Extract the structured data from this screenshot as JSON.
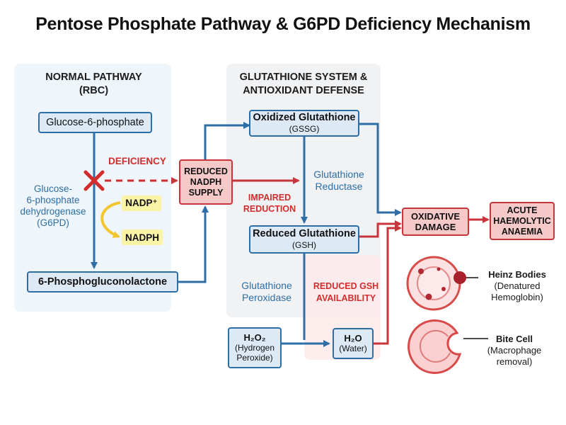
{
  "title": "Pentose Phosphate Pathway & G6PD Deficiency Mechanism",
  "panels": {
    "normal": "NORMAL PATHWAY\n(RBC)",
    "glutathione": "GLUTATHIONE SYSTEM &\nANTIOXIDANT DEFENSE"
  },
  "nodes": {
    "g6p": "Glucose-6-phosphate",
    "pgl": "6-Phosphogluconolactone",
    "nadp": "NADP⁺",
    "nadph": "NADPH",
    "reduced_nadph": "REDUCED\nNADPH\nSUPPLY",
    "gssg_name": "Oxidized Glutathione",
    "gssg_abbr": "(GSSG)",
    "gsh_name": "Reduced Glutathione",
    "gsh_abbr": "(GSH)",
    "h2o2_formula": "H₂O₂",
    "h2o2_name": "(Hydrogen\nPeroxide)",
    "h2o_formula": "H₂O",
    "h2o_name": "(Water)",
    "oxidative": "OXIDATIVE\nDAMAGE",
    "anaemia": "ACUTE\nHAEMOLYTIC\nANAEMIA"
  },
  "labels": {
    "deficiency": "DEFICIENCY",
    "enzyme": "Glucose-\n6-phosphate\ndehydrogenase\n(G6PD)",
    "glutathione_reductase": "Glutathione\nReductase",
    "impaired_reduction": "IMPAIRED\nREDUCTION",
    "glutathione_peroxidase": "Glutathione\nPeroxidase",
    "reduced_gsh": "REDUCED GSH\nAVAILABILITY"
  },
  "cells": {
    "heinz_title": "Heinz Bodies",
    "heinz_desc": "(Denatured\nHemoglobin)",
    "bite_title": "Bite Cell",
    "bite_desc": "(Macrophage\nremoval)"
  },
  "colors": {
    "blue": "#2e6ea6",
    "red": "#d22d2d",
    "yellow": "#fbf3a6",
    "blue_fill": "#ddeaf6",
    "red_fill": "#f6c9c9"
  }
}
